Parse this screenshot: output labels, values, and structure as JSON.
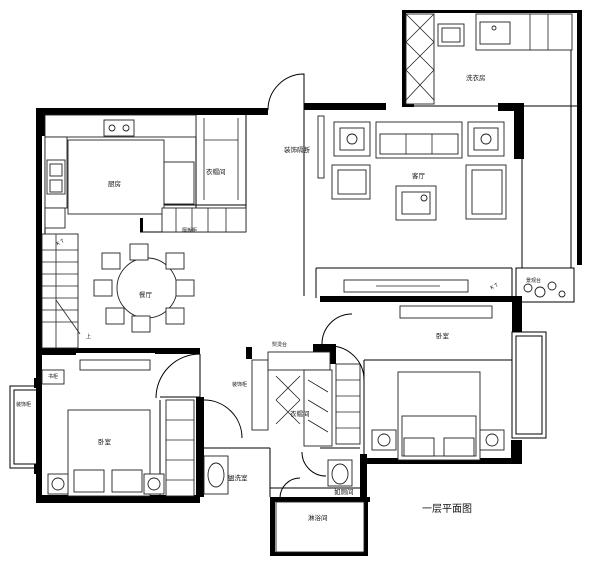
{
  "plan_title": "一层平面图",
  "rooms": {
    "laundry": "洗衣房",
    "kitchen": "厨房",
    "cloakroom_top": "衣帽间",
    "partition_cabinet": "隔板柜",
    "decor_partition": "装饰隔断",
    "living": "客厅",
    "dining": "餐厅",
    "bedroom_right": "卧室",
    "bedroom_left": "卧室",
    "cloakroom_mid": "衣帽间",
    "bathroom": "盥洗室",
    "toilet": "如厕间",
    "shower": "淋浴间",
    "planter": "景观台",
    "bookcase": "书柜",
    "ironing": "熨烫台",
    "decor_cabinet": "装饰柜",
    "decor_cabinet_left": "装饰柜",
    "stair_up": "上"
  },
  "tags": {
    "kt": "K T"
  }
}
